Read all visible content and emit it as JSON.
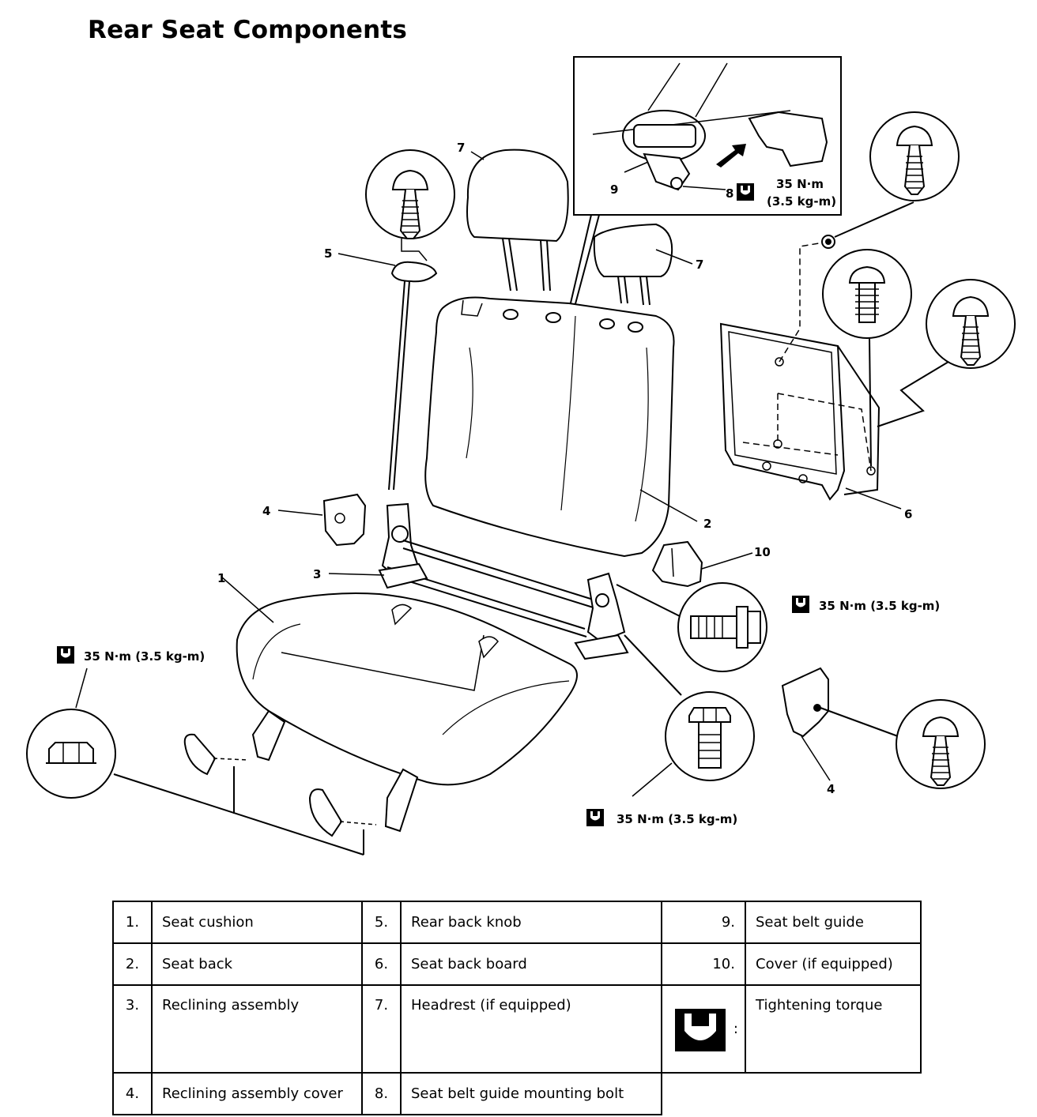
{
  "title": "Rear Seat Components",
  "callouts": {
    "c1": "1",
    "c2": "2",
    "c3": "3",
    "c4a": "4",
    "c4b": "4",
    "c5": "5",
    "c6": "6",
    "c7a": "7",
    "c7b": "7",
    "c8": "8",
    "c9": "9",
    "c10": "10"
  },
  "torque": {
    "inset_line1": "35 N·m",
    "inset_line2": "(3.5 kg-m)",
    "left": "35 N·m (3.5 kg-m)",
    "right": "35 N·m (3.5 kg-m)",
    "bottom": "35 N·m (3.5 kg-m)"
  },
  "legend": {
    "rows": [
      [
        {
          "num": "1.",
          "label": "Seat cushion"
        },
        {
          "num": "5.",
          "label": "Rear back knob"
        },
        {
          "num": "9.",
          "label": "Seat belt guide"
        }
      ],
      [
        {
          "num": "2.",
          "label": "Seat back"
        },
        {
          "num": "6.",
          "label": "Seat back board"
        },
        {
          "num": "10.",
          "label": "Cover (if equipped)"
        }
      ],
      [
        {
          "num": "3.",
          "label": "Reclining assembly"
        },
        {
          "num": "7.",
          "label": "Headrest (if equipped)"
        },
        {
          "num": ":",
          "label": "Tightening torque"
        }
      ],
      [
        {
          "num": "4.",
          "label": "Reclining assembly cover"
        },
        {
          "num": "8.",
          "label": "Seat belt guide mounting bolt"
        }
      ]
    ]
  },
  "icons": {
    "torque": "torque-wrench-icon"
  }
}
